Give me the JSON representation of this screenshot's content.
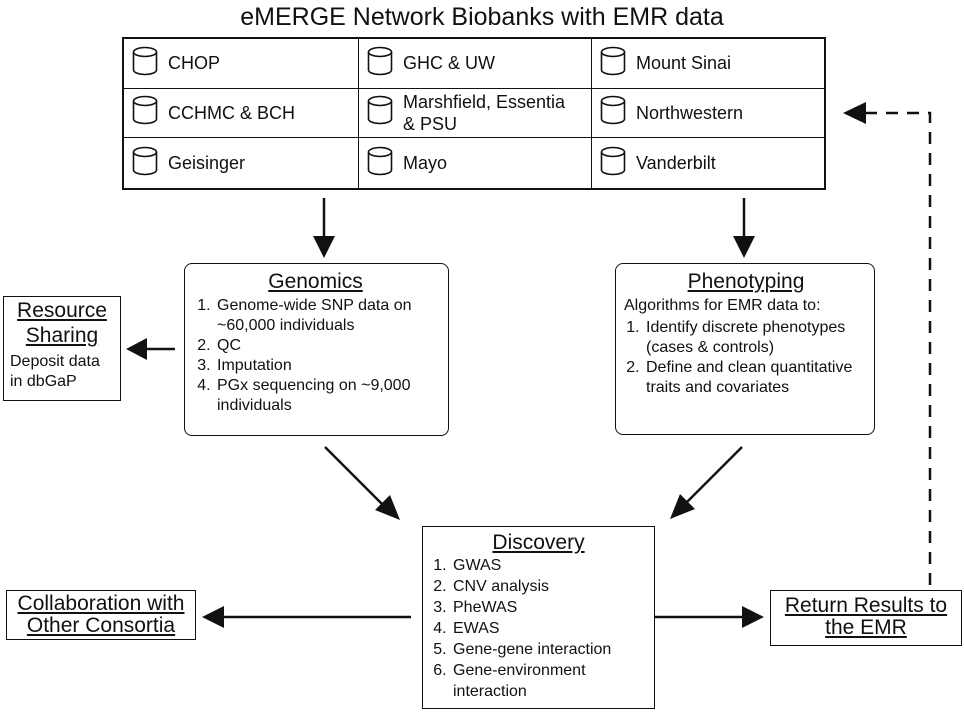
{
  "title": "eMERGE Network Biobanks with EMR data",
  "biobanks": [
    {
      "label": "CHOP"
    },
    {
      "label": "GHC & UW"
    },
    {
      "label": "Mount Sinai"
    },
    {
      "label": "CCHMC & BCH"
    },
    {
      "label": "Marshfield, Essentia\n& PSU"
    },
    {
      "label": "Northwestern"
    },
    {
      "label": "Geisinger"
    },
    {
      "label": "Mayo"
    },
    {
      "label": "Vanderbilt"
    }
  ],
  "database_icon": "cylinder-database-icon",
  "genomics": {
    "heading": "Genomics",
    "items": [
      "Genome-wide SNP data on ~60,000 individuals",
      "QC",
      "Imputation",
      "PGx sequencing on ~9,000 individuals"
    ]
  },
  "phenotyping": {
    "heading": "Phenotyping",
    "intro": "Algorithms for EMR data to:",
    "items": [
      "Identify discrete phenotypes (cases & controls)",
      "Define and clean quantitative traits and covariates"
    ]
  },
  "resource_sharing": {
    "heading": "Resource Sharing",
    "body": "Deposit data in dbGaP"
  },
  "discovery": {
    "heading": "Discovery",
    "items": [
      "GWAS",
      "CNV analysis",
      "PheWAS",
      "EWAS",
      "Gene-gene interaction",
      "Gene-environment interaction"
    ]
  },
  "collaboration": {
    "heading": "Collaboration with Other Consortia"
  },
  "return_results": {
    "heading": "Return Results to the EMR"
  },
  "line_color": "#111111"
}
